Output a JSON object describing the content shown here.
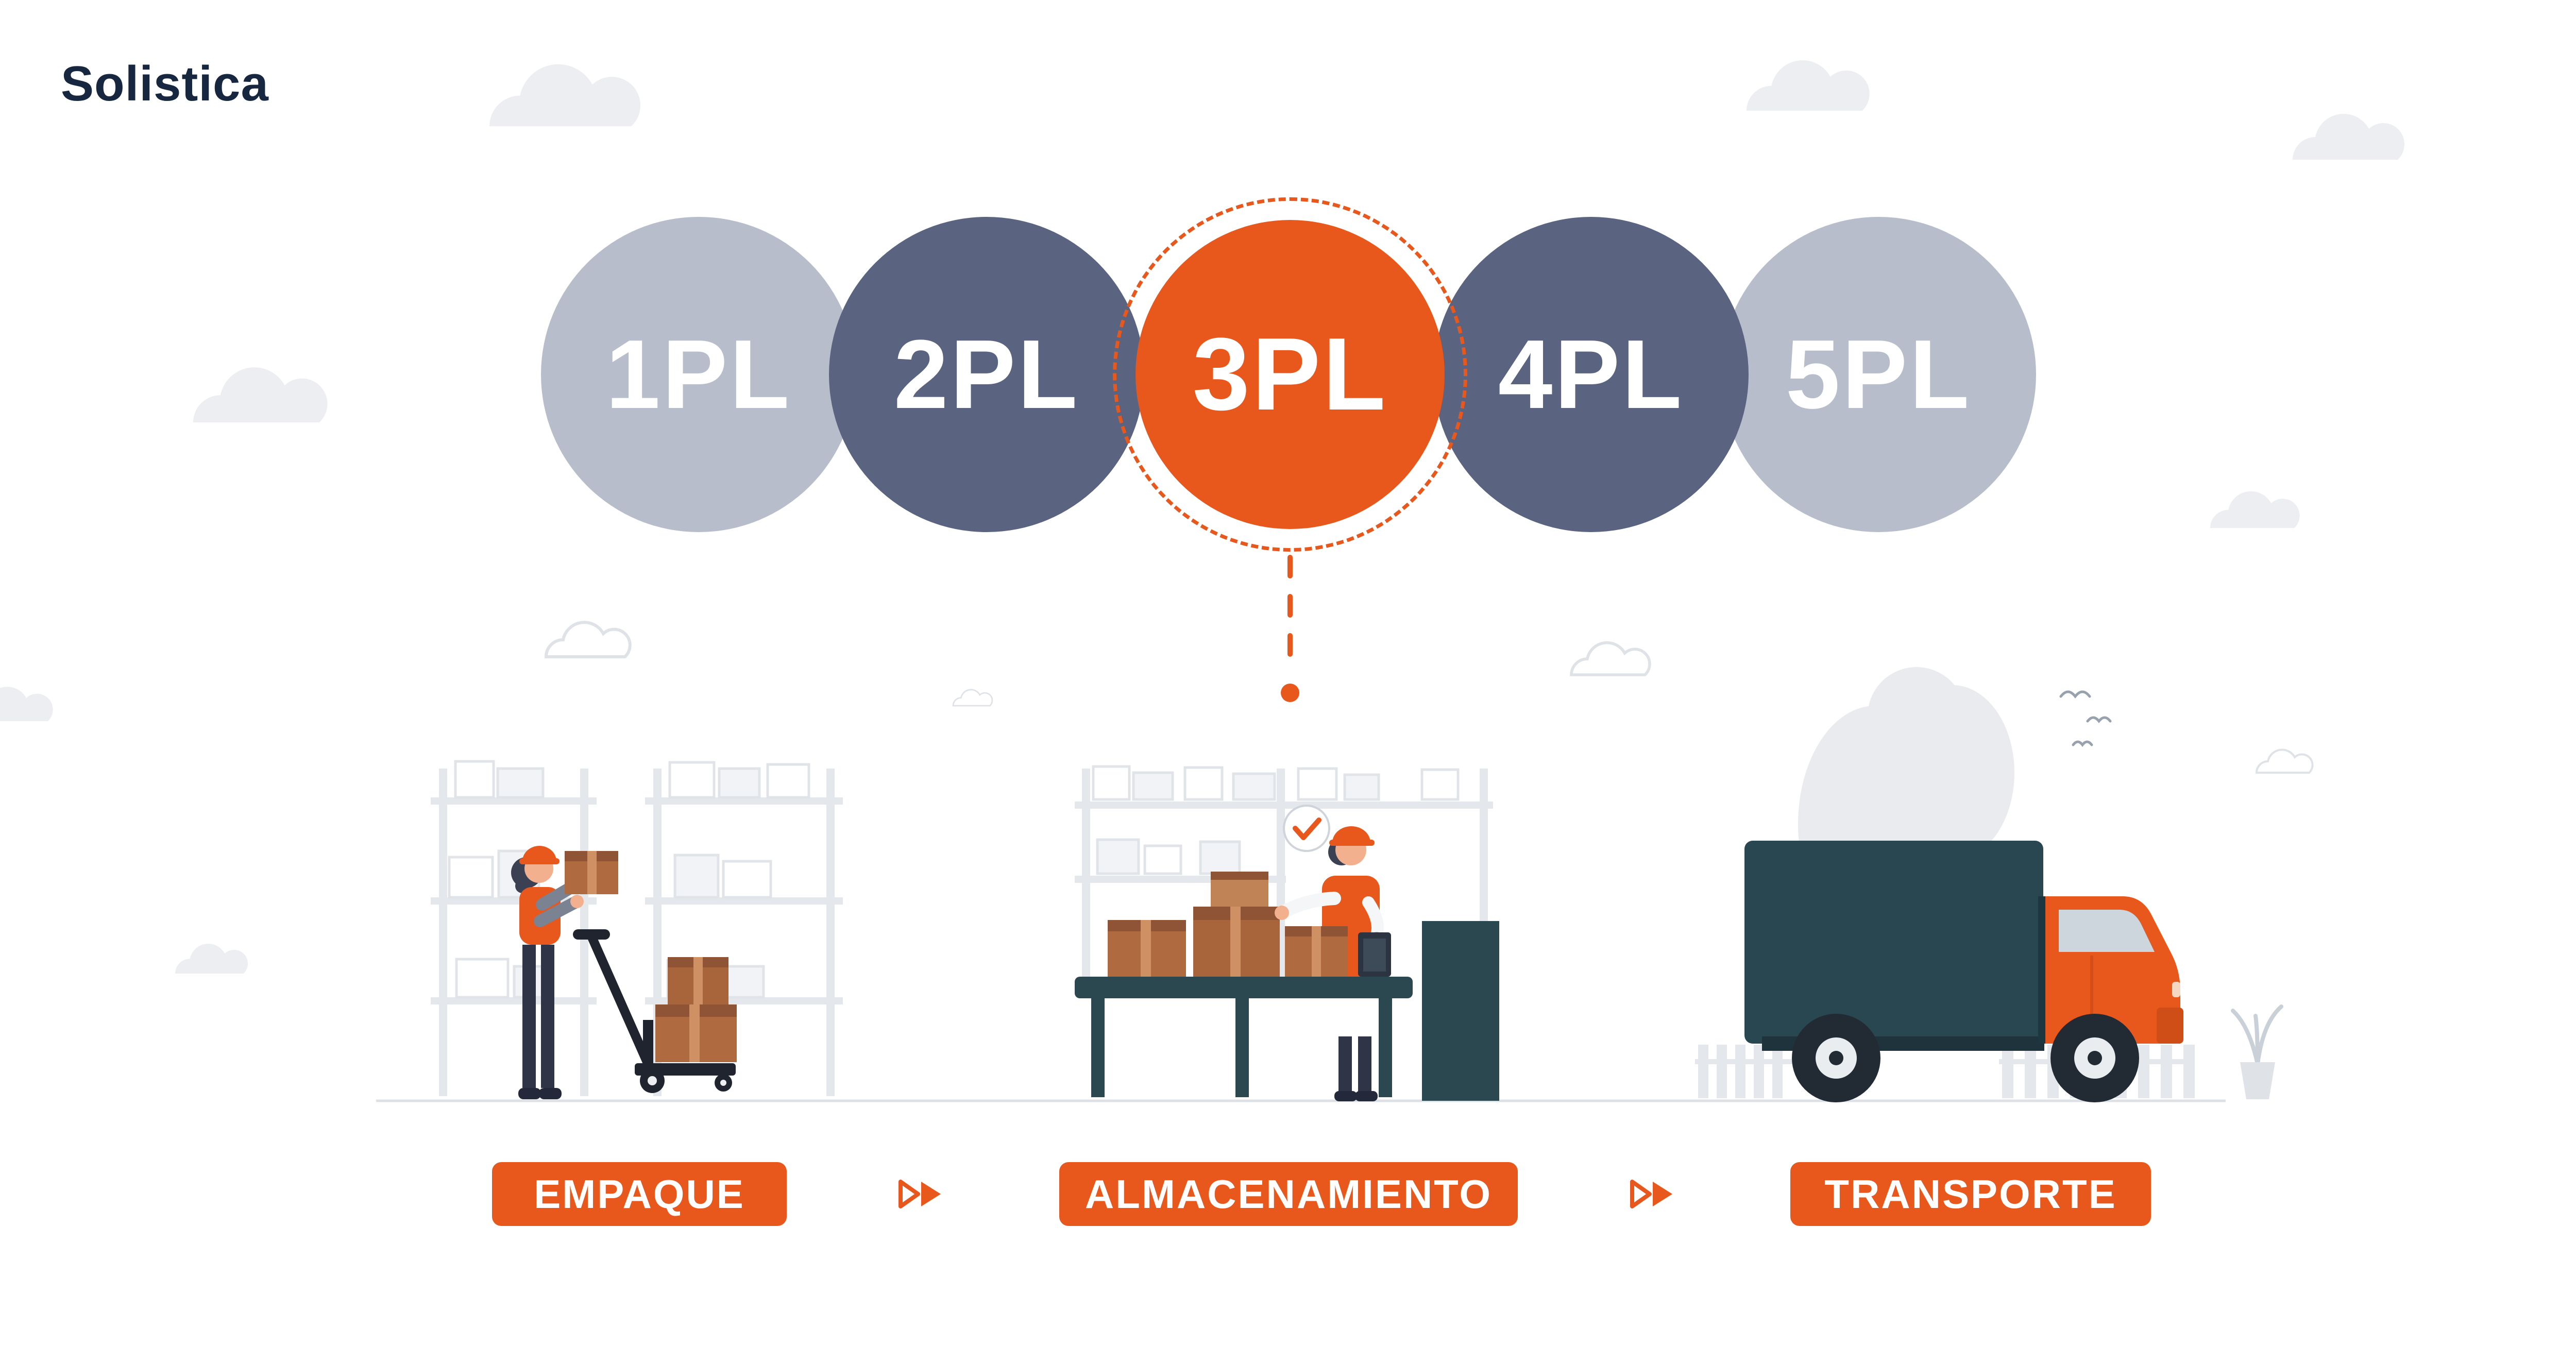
{
  "brand": {
    "logo_text": "Solistica",
    "logo_color": "#16273F"
  },
  "colors": {
    "accent_orange": "#E8571C",
    "dark_slate": "#5A6480",
    "light_slate": "#B7BDCA",
    "navy": "#16273F",
    "teal_dark": "#2B4750",
    "box_brown": "#B06A3F",
    "cloud_gray": "#ECEEF1",
    "white": "#FFFFFF"
  },
  "pl_levels": [
    {
      "label": "1PL",
      "color": "#B7BDCA",
      "highlighted": false
    },
    {
      "label": "2PL",
      "color": "#5A6480",
      "highlighted": false
    },
    {
      "label": "3PL",
      "color": "#E8571C",
      "highlighted": true
    },
    {
      "label": "4PL",
      "color": "#5A6480",
      "highlighted": false
    },
    {
      "label": "5PL",
      "color": "#B7BDCA",
      "highlighted": false
    }
  ],
  "stages": [
    {
      "label": "EMPAQUE"
    },
    {
      "label": "ALMACENAMIENTO"
    },
    {
      "label": "TRANSPORTE"
    }
  ],
  "icons": {
    "stage_separator": "double-chevron-right-icon",
    "quality_check": "check-icon",
    "highlight_marker": "dashed-ring-connector"
  }
}
